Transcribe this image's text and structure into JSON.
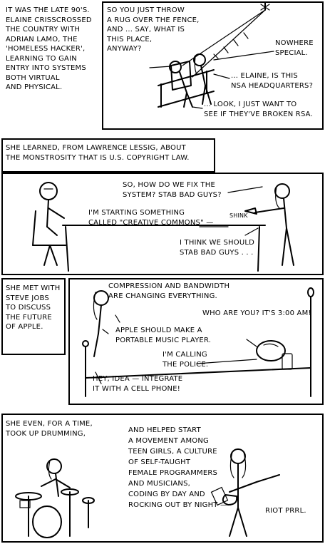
{
  "rows": [
    {
      "caption": "IT WAS THE LATE 90's.\nELAINE CRISSCROSSED\nTHE COUNTRY WITH\nADRIAN LAMO, THE\n'HOMELESS HACKER',\nLEARNING TO GAIN\nENTRY INTO SYSTEMS\nBOTH VIRTUAL\nAND PHYSICAL.",
      "dialogue": [
        "SO YOU JUST THROW\nA RUG OVER THE FENCE,\nAND ... SAY, WHAT IS\nTHIS PLACE,\nANYWAY?",
        "NOWHERE\nSPECIAL.",
        "... ELAINE, IS THIS\nNSA HEADQUARTERS?",
        "... LOOK, I JUST WANT TO\nSEE IF THEY'VE BROKEN RSA."
      ]
    },
    {
      "caption": "SHE LEARNED, FROM LAWRENCE LESSIG, ABOUT\nTHE MONSTROSITY THAT IS U.S. COPYRIGHT LAW.",
      "dialogue": [
        "SO, HOW DO WE FIX THE\nSYSTEM? STAB BAD GUYS?",
        "I'M STARTING SOMETHING\nCALLED \"CREATIVE COMMONS\" —",
        "I THINK WE SHOULD\nSTAB BAD GUYS . . ."
      ],
      "sound_effect": "SHINK"
    },
    {
      "caption": "SHE MET WITH\nSTEVE JOBS\nTO DISCUSS\nTHE FUTURE\nOF APPLE.",
      "dialogue": [
        "COMPRESSION AND BANDWIDTH\nARE CHANGING EVERYTHING.",
        "WHO ARE YOU? IT'S 3:00 AM!",
        "APPLE SHOULD MAKE A\nPORTABLE MUSIC PLAYER.",
        "I'M CALLING\nTHE POLICE.",
        "HEY, IDEA — INTEGRATE\nIT WITH A CELL PHONE!"
      ]
    },
    {
      "caption": "SHE EVEN, FOR A TIME,\nTOOK UP DRUMMING,",
      "dialogue": [
        "AND HELPED START\nA MOVEMENT AMONG\nTEEN GIRLS, A CULTURE\nOF SELF-TAUGHT\nFEMALE PROGRAMMERS\nAND MUSICIANS,\nCODING BY DAY AND\nROCKING OUT BY NIGHT —",
        "RIOT PRRL."
      ]
    }
  ]
}
